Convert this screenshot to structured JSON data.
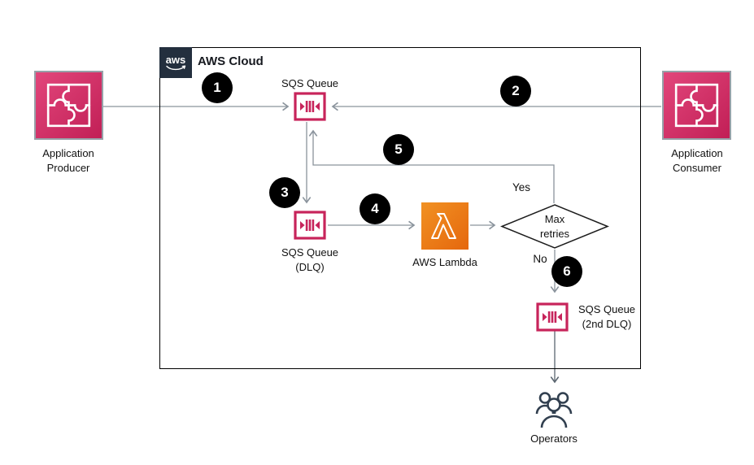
{
  "aws_cloud": {
    "logo_text": "aws",
    "title": "AWS Cloud"
  },
  "nodes": {
    "producer": {
      "label": "Application Producer"
    },
    "consumer": {
      "label": "Application Consumer"
    },
    "sqs_main": {
      "label": "SQS Queue"
    },
    "sqs_dlq": {
      "label": "SQS Queue (DLQ)"
    },
    "lambda": {
      "label": "AWS Lambda"
    },
    "decision": {
      "label": "Max retries"
    },
    "sqs_dlq2": {
      "label": "SQS Queue (2nd DLQ)"
    },
    "operators": {
      "label": "Operators"
    }
  },
  "branch_labels": {
    "yes": "Yes",
    "no": "No"
  },
  "steps": [
    "1",
    "2",
    "3",
    "4",
    "5",
    "6"
  ],
  "colors": {
    "sqs_pink": "#C7245B",
    "app_pink_gradient": [
      "#E2467B",
      "#C11F56"
    ],
    "lambda_orange_gradient": [
      "#F19123",
      "#E5670D"
    ],
    "aws_navy": "#232F3E",
    "line_gray": "#8A939C",
    "operators_slate": "#313F4F",
    "badge_black": "#000000"
  }
}
